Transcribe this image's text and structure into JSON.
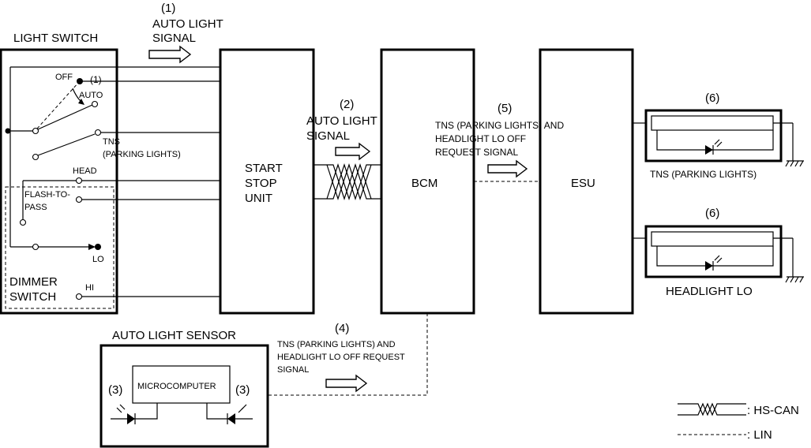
{
  "light_switch": {
    "title": "LIGHT SWITCH",
    "off": "OFF",
    "off_num": "(1)",
    "auto": "AUTO",
    "tns_line1": "TNS",
    "tns_line2": "(PARKING LIGHTS)",
    "head": "HEAD",
    "flash_line1": "FLASH-TO-",
    "flash_line2": "PASS",
    "lo": "LO",
    "hi": "HI",
    "dimmer_line1": "DIMMER",
    "dimmer_line2": "SWITCH"
  },
  "signal1": {
    "num": "(1)",
    "line1": "AUTO LIGHT",
    "line2": "SIGNAL"
  },
  "signal2": {
    "num": "(2)",
    "line1": "AUTO LIGHT",
    "line2": "SIGNAL"
  },
  "signal5": {
    "num": "(5)",
    "line1": "TNS (PARKING LIGHTS) AND",
    "line2": "HEADLIGHT LO OFF",
    "line3": "REQUEST SIGNAL"
  },
  "signal4": {
    "num": "(4)",
    "line1": "TNS (PARKING LIGHTS) AND",
    "line2": "HEADLIGHT LO OFF REQUEST",
    "line3": "SIGNAL"
  },
  "start_stop_unit": {
    "line1": "START",
    "line2": "STOP",
    "line3": "UNIT"
  },
  "bcm": {
    "label": "BCM"
  },
  "esu": {
    "label": "ESU"
  },
  "lamp_tns": {
    "num": "(6)",
    "label": "TNS (PARKING LIGHTS)"
  },
  "lamp_headlight": {
    "num": "(6)",
    "label": "HEADLIGHT LO"
  },
  "auto_light_sensor": {
    "title": "AUTO LIGHT SENSOR",
    "microcomputer": "MICROCOMPUTER",
    "left_num": "(3)",
    "right_num": "(3)"
  },
  "legend": {
    "hs_can": ": HS-CAN",
    "lin": ": LIN"
  }
}
